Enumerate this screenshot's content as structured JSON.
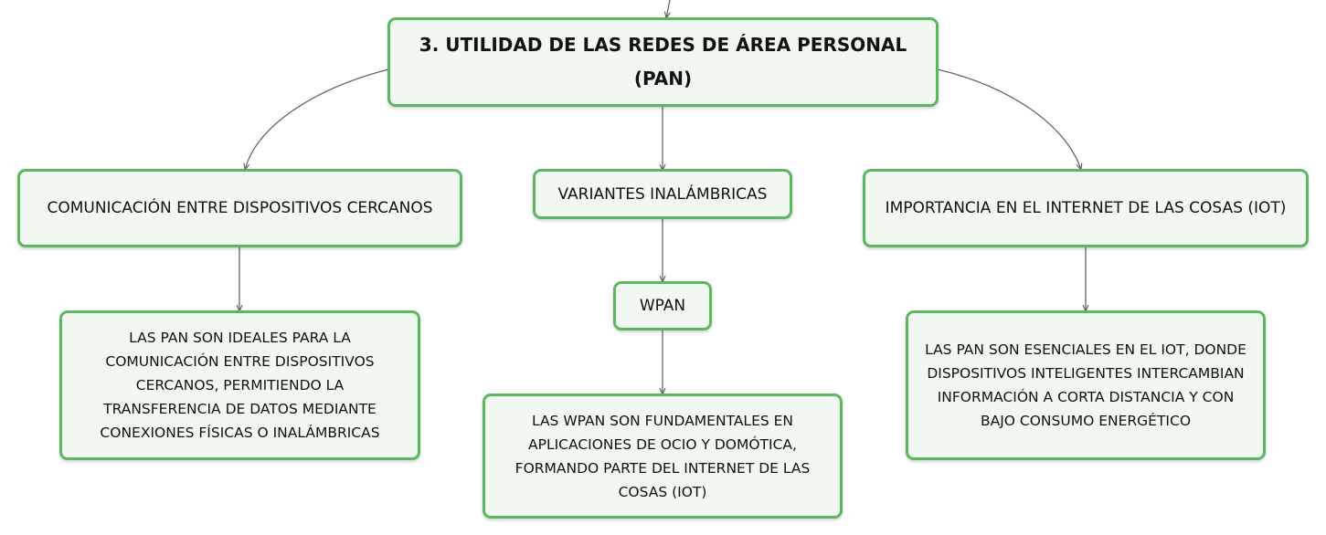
{
  "map": {
    "root": {
      "line1": "3. UTILIDAD DE LAS REDES DE ÁREA PERSONAL",
      "line2": "(PAN)"
    },
    "topics": {
      "left": "COMUNICACIÓN ENTRE DISPOSITIVOS CERCANOS",
      "center": "VARIANTES INALÁMBRICAS",
      "right": "IMPORTANCIA EN EL INTERNET DE LAS COSAS (IOT)"
    },
    "subtopics": {
      "center": "WPAN"
    },
    "details": {
      "left": [
        "LAS PAN SON IDEALES PARA LA",
        "COMUNICACIÓN ENTRE DISPOSITIVOS",
        "CERCANOS, PERMITIENDO LA",
        "TRANSFERENCIA DE DATOS MEDIANTE",
        "CONEXIONES FÍSICAS O INALÁMBRICAS"
      ],
      "center": [
        "LAS WPAN SON FUNDAMENTALES EN",
        "APLICACIONES DE OCIO Y DOMÓTICA,",
        "FORMANDO PARTE DEL INTERNET DE LAS",
        "COSAS (IOT)"
      ],
      "right": [
        "LAS PAN SON ESENCIALES EN EL IOT, DONDE",
        "DISPOSITIVOS INTELIGENTES INTERCAMBIAN",
        "INFORMACIÓN A CORTA DISTANCIA Y CON",
        "BAJO CONSUMO ENERGÉTICO"
      ]
    },
    "colors": {
      "node_border": "#5cb860",
      "node_fill": "#f1f8f2",
      "connector": "#666666"
    }
  }
}
